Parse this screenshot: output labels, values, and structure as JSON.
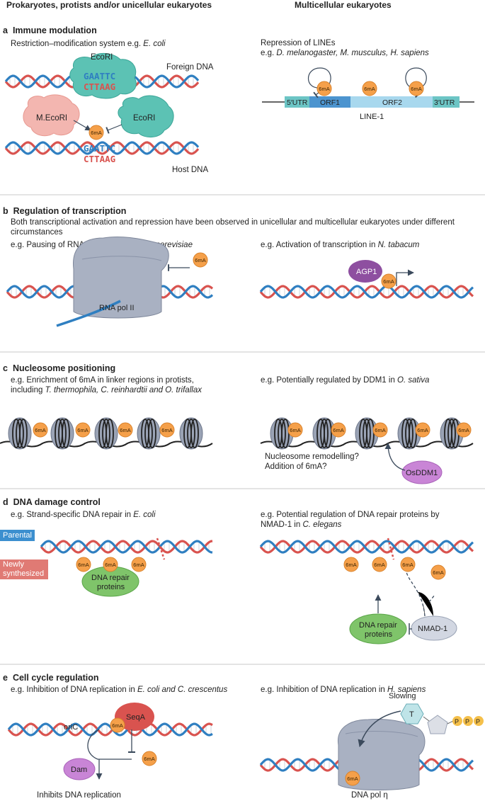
{
  "headers": {
    "left": "Prokaryotes, protists and/or unicellular eukaryotes",
    "right": "Multicellular eukaryotes"
  },
  "sections": {
    "a": {
      "letter": "a",
      "title": "Immune modulation",
      "left_example_text": "Restriction–modification system e.g. ",
      "left_example_species": "E. coli",
      "right_example_line1": "Repression of LINEs",
      "right_example_line2_prefix": "e.g. ",
      "right_example_line2_species": "D. melanogaster, M. musculus, H. sapiens",
      "labels": {
        "ecori_top": "EcoRI",
        "foreign_dna": "Foreign DNA",
        "seq_top": "GAATTC",
        "seq_bottom": "CTTAAG",
        "mecori": "M.EcoRI",
        "ecori_right": "EcoRI",
        "host_dna": "Host DNA",
        "utr5": "5′UTR",
        "orf1": "ORF1",
        "orf2": "ORF2",
        "utr3": "3′UTR",
        "line1": "LINE-1"
      }
    },
    "b": {
      "letter": "b",
      "title": "Regulation of transcription",
      "description": "Both transcriptional activation and repression have been observed in unicellular and multicellular eukaryotes under different circumstances",
      "left_example_text": "e.g. Pausing of RNA polymerase II in ",
      "left_example_species": "S. cerevisiae",
      "right_example_text": "e.g. Activation of transcription in ",
      "right_example_species": "N. tabacum",
      "labels": {
        "rna_pol": "RNA pol II",
        "agp1": "AGP1"
      }
    },
    "c": {
      "letter": "c",
      "title": "Nucleosome positioning",
      "left_example_line1": "e.g. Enrichment of 6mA in linker regions in protists,",
      "left_example_line2_prefix": "including ",
      "left_example_line2_species": "T. thermophila, C. reinhardtii and O. trifallax",
      "right_example_text": "e.g. Potentially regulated by DDM1 in ",
      "right_example_species": "O. sativa",
      "labels": {
        "remodel_line1": "Nucleosome remodelling?",
        "remodel_line2": "Addition of 6mA?",
        "osddm1": "OsDDM1"
      }
    },
    "d": {
      "letter": "d",
      "title": "DNA damage control",
      "left_example_text": "e.g. Strand-specific DNA repair in ",
      "left_example_species": "E. coli",
      "right_example_line1": "e.g. Potential regulation of DNA repair proteins by",
      "right_example_line2_prefix": "NMAD-1 in ",
      "right_example_line2_species": "C. elegans",
      "labels": {
        "parental": "Parental",
        "newly_line1": "Newly",
        "newly_line2": "synthesized",
        "repair_line1": "DNA repair",
        "repair_line2": "proteins",
        "repair_r_line1": "DNA repair",
        "repair_r_line2": "proteins",
        "nmad1": "NMAD-1"
      }
    },
    "e": {
      "letter": "e",
      "title": "Cell cycle regulation",
      "left_example_text": "e.g. Inhibition of DNA replication in ",
      "left_example_species": "E. coli and C. crescentus",
      "right_example_text": "e.g. Inhibition of DNA replication in ",
      "right_example_species": "H. sapiens",
      "labels": {
        "oric": "oriC",
        "seqa": "SeqA",
        "dam": "Dam",
        "inhibits": "Inhibits DNA replication",
        "slowing": "Slowing",
        "t": "T",
        "p": "P",
        "dna_pol": "DNA pol η"
      }
    }
  },
  "badge_text": "6mA",
  "colors": {
    "dna_blue": "#2f7fc1",
    "dna_red": "#d9534f",
    "teal_enzyme": "#5cc2b4",
    "pink_enzyme": "#f3b6b0",
    "badge_orange": "#f5a04a",
    "purple": "#8e4fa0",
    "green": "#7fc46a",
    "grey_protein": "#a9b1c2",
    "seqa_red": "#d9534f",
    "orf1_blue": "#4c94cf",
    "orf2_lightblue": "#a8d8ee",
    "utr_teal": "#6cc5c5"
  }
}
